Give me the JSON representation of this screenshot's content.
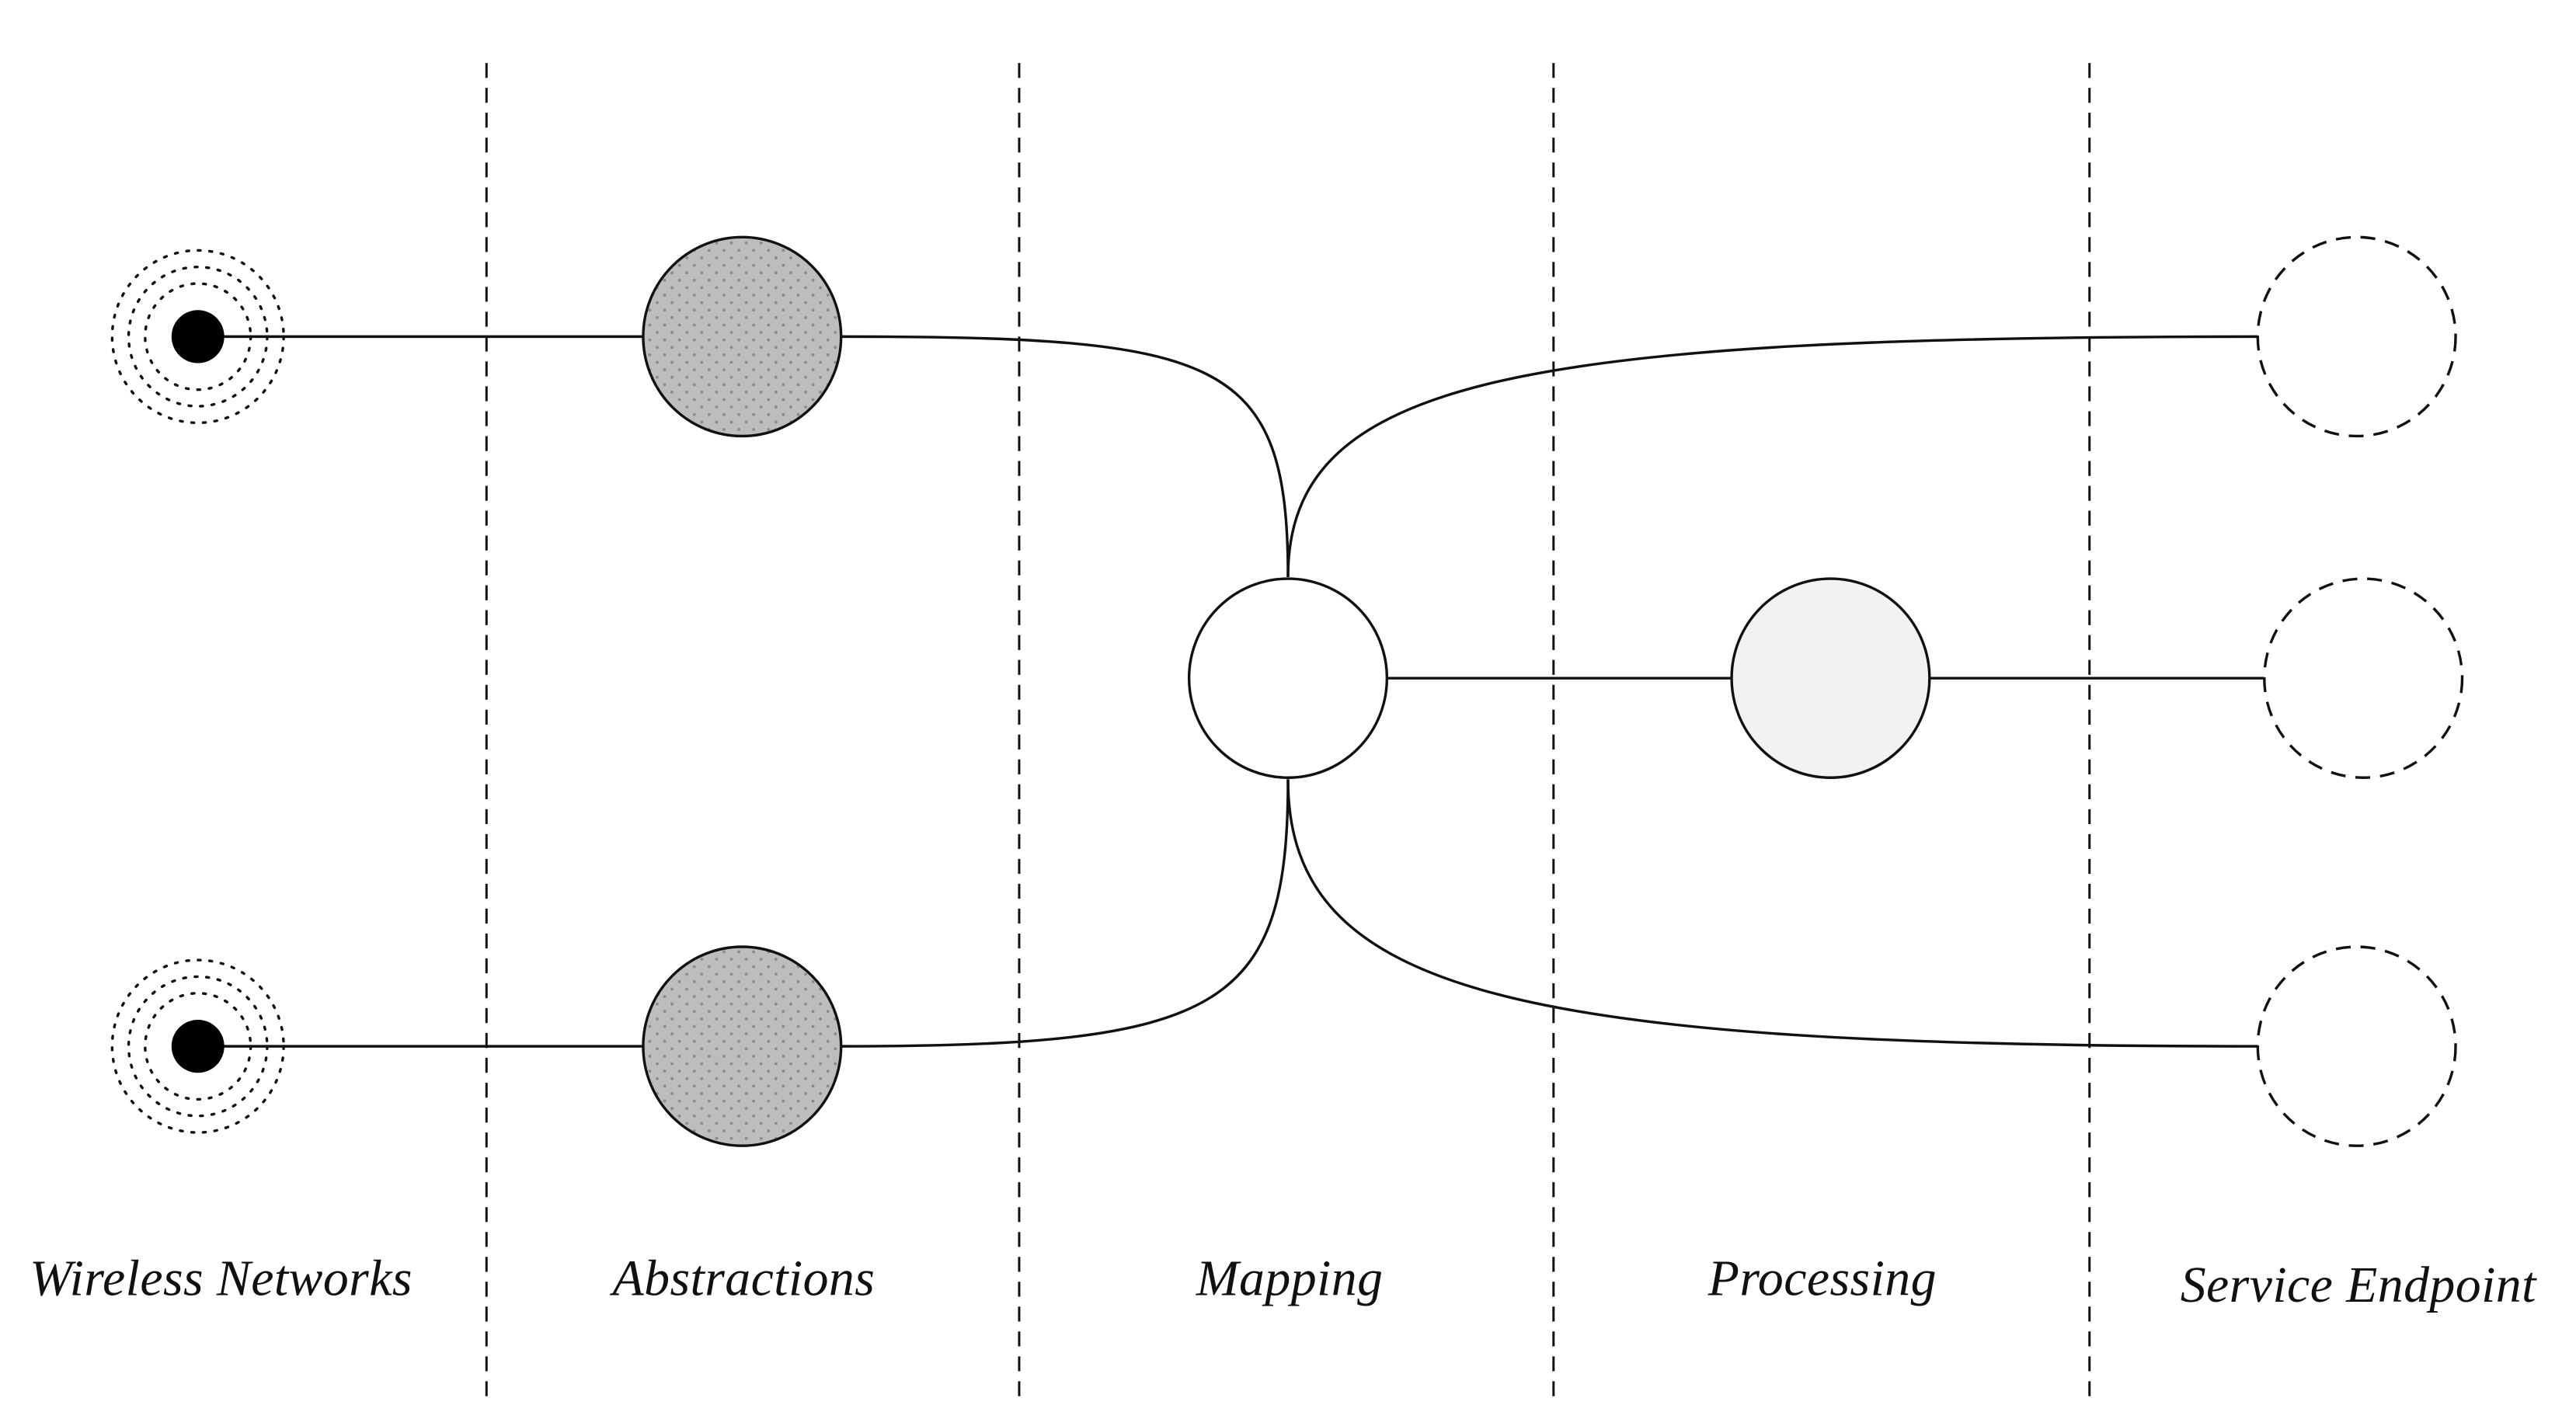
{
  "diagram": {
    "stages": [
      {
        "key": "wireless",
        "label": "Wireless Networks"
      },
      {
        "key": "abstractions",
        "label": "Abstractions"
      },
      {
        "key": "mapping",
        "label": "Mapping"
      },
      {
        "key": "processing",
        "label": "Processing"
      },
      {
        "key": "endpoint",
        "label": "Service Endpoint"
      }
    ],
    "colors": {
      "line": "#111111",
      "abstraction_fill": "#bdbdbd",
      "abstraction_dots": "#8a8a8a",
      "processing_fill": "#f2f2f2",
      "mapping_fill": "#ffffff",
      "source_dot": "#000000"
    },
    "node_types": {
      "wireless_source": "filled dot with dotted concentric rings",
      "abstraction": "dot-patterned grey circle",
      "mapping": "white circle",
      "processing": "light grey circle",
      "service_endpoint": "dashed outline circle"
    },
    "connections": [
      [
        "wireless-1",
        "abstraction-1"
      ],
      [
        "wireless-2",
        "abstraction-2"
      ],
      [
        "abstraction-1",
        "mapping"
      ],
      [
        "abstraction-2",
        "mapping"
      ],
      [
        "mapping",
        "endpoint-1"
      ],
      [
        "mapping",
        "processing"
      ],
      [
        "processing",
        "endpoint-2"
      ],
      [
        "mapping",
        "endpoint-3"
      ]
    ]
  }
}
